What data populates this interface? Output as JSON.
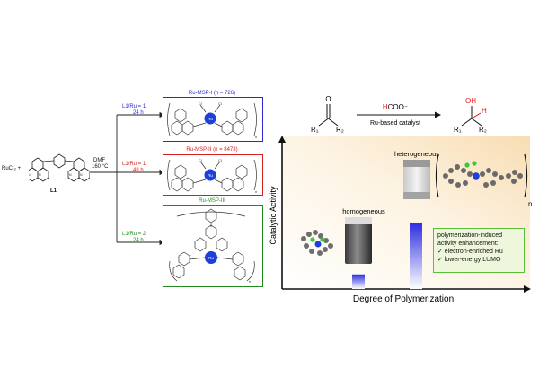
{
  "reaction": {
    "reactant": "RuCl₃ +",
    "ligand_label": "L1",
    "solvent": "DMF",
    "temperature": "160 °C",
    "conditions": [
      {
        "ratio": "L1/Ru = 1",
        "time": "24 h",
        "color": "#2a2ad0"
      },
      {
        "ratio": "L1/Ru = 1",
        "time": "48 h",
        "color": "#d42020"
      },
      {
        "ratio": "L1/Ru = 2",
        "time": "24 h",
        "color": "#1f8a1f"
      }
    ]
  },
  "products": [
    {
      "title": "Ru-MSP-I (n = 726)",
      "color": "#2a2ad0",
      "metal": "Ru",
      "subscript": "n"
    },
    {
      "title": "Ru-MSP-II (n = 8473)",
      "color": "#d42020",
      "metal": "Ru",
      "subscript": "n"
    },
    {
      "title": "Ru-MSP-III",
      "color": "#1f8a1f",
      "metal": "Ru",
      "subscript": "n"
    }
  ],
  "catalysis": {
    "formate": "HCOO⁻",
    "formate_h_color": "#e21818",
    "catalyst_label": "Ru-based catalyst",
    "substituent_1": "R₁",
    "substituent_2": "R₂",
    "oxygen": "O",
    "hydroxyl": "OH",
    "hydrogen": "H"
  },
  "plot": {
    "y_axis_label": "Catalytic Activity",
    "x_axis_label": "Degree of Polymerization",
    "homogeneous_label": "homogeneous",
    "heterogeneous_label": "heterogeneous",
    "polymer_subscript": "n",
    "homogeneous_activity": 0.18,
    "heterogeneous_activity": 0.82,
    "bar_color": "#2d2de0",
    "annotation": {
      "title_line1": "polymerization-induced",
      "title_line2": "activity enhancement:",
      "point1": "✓ electron-enriched Ru",
      "point2": "✓ lower-energy LUMO",
      "border_color": "#5bbf3a",
      "background": "#eef7dc"
    }
  }
}
